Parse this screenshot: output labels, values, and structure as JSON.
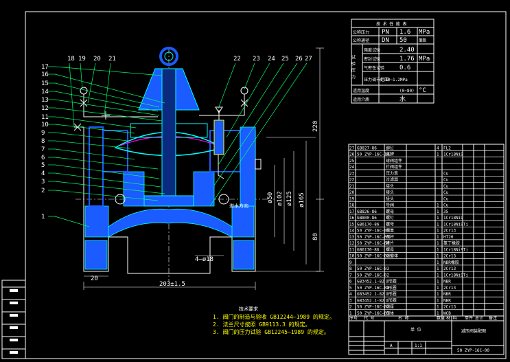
{
  "spec_table": {
    "title": "技 术 性 能 表",
    "rows": [
      {
        "label": "公称压力",
        "sym": "PN",
        "value": "1.6",
        "unit": "MPa"
      },
      {
        "label": "公称通径",
        "sym": "DN",
        "value": "50",
        "unit": "mm"
      },
      {
        "label": "强度试验",
        "sym": "",
        "value": "2.40",
        "unit": ""
      },
      {
        "label": "密封试验",
        "sym": "",
        "value": "1.76",
        "unit": "MPa"
      },
      {
        "label": "气密性试验",
        "sym": "",
        "value": "0.6",
        "unit": ""
      },
      {
        "label": "压力调节范围",
        "sym": "",
        "value": "0.10~1.2MPa",
        "unit": ""
      },
      {
        "label": "适用温度",
        "sym": "",
        "value": "(0~80)",
        "unit": "°C"
      },
      {
        "label": "适用介质",
        "sym": "",
        "value": "水",
        "unit": ""
      }
    ],
    "side_label": "试 验 压 力"
  },
  "bom": {
    "rows": [
      {
        "no": "27",
        "code": "GB827-86",
        "name": "铆钉",
        "qty": "4",
        "mat": "FL2"
      },
      {
        "no": "26",
        "code": "50 ZYP-16C-10",
        "name": "铭牌",
        "qty": "1",
        "mat": "1Cr18Ni9"
      },
      {
        "no": "25",
        "code": "",
        "name": "球阀组件",
        "qty": "",
        "mat": ""
      },
      {
        "no": "24",
        "code": "",
        "name": "针阀组件",
        "qty": "",
        "mat": ""
      },
      {
        "no": "23",
        "code": "",
        "name": "压力表",
        "qty": "",
        "mat": "Cu"
      },
      {
        "no": "22",
        "code": "",
        "name": "过滤器",
        "qty": "",
        "mat": "Cu"
      },
      {
        "no": "21",
        "code": "",
        "name": "接头",
        "qty": "",
        "mat": "Cu"
      },
      {
        "no": "20",
        "code": "",
        "name": "接头",
        "qty": "",
        "mat": "Cu"
      },
      {
        "no": "19",
        "code": "",
        "name": "接头",
        "qty": "",
        "mat": "Cu"
      },
      {
        "no": "18",
        "code": "",
        "name": "导阀",
        "qty": "1",
        "mat": "Cu"
      },
      {
        "no": "17",
        "code": "GB826-86",
        "name": "螺母",
        "qty": "1",
        "mat": "35"
      },
      {
        "no": "16",
        "code": "GB800-86",
        "name": "螺钉",
        "qty": "1",
        "mat": "1Cr18Ni9"
      },
      {
        "no": "15",
        "code": "GB6170-86",
        "name": "螺母",
        "qty": "1",
        "mat": "1Cr18Ni9Ti"
      },
      {
        "no": "14",
        "code": "50 ZYP-16C-06",
        "name": "阀盖",
        "qty": "1",
        "mat": "2Cr13"
      },
      {
        "no": "13",
        "code": "50 ZYP-16C-05",
        "name": "阀杆",
        "qty": "1",
        "mat": "HT20"
      },
      {
        "no": "12",
        "code": "50 ZYP-16C-04",
        "name": "膜片",
        "qty": "1",
        "mat": "氯丁橡胶"
      },
      {
        "no": "11",
        "code": "GB6170-86",
        "name": "螺母",
        "qty": "1",
        "mat": "1Cr18Ni9Ti"
      },
      {
        "no": "10",
        "code": "50 ZYP-16C-02",
        "name": "阀瓣体",
        "qty": "1",
        "mat": "2Cr13"
      },
      {
        "no": "9",
        "code": "",
        "name": "",
        "qty": "1",
        "mat": "NBR橡胶"
      },
      {
        "no": "8",
        "code": "50 ZYP-16C-03",
        "name": "",
        "qty": "1",
        "mat": "2Cr13"
      },
      {
        "no": "7",
        "code": "50 ZYP-16C-02",
        "name": "",
        "qty": "1",
        "mat": "1Cr18Ni9Ti"
      },
      {
        "no": "6",
        "code": "GB3452.1-82",
        "name": "O形圈",
        "qty": "1",
        "mat": "NBR"
      },
      {
        "no": "5",
        "code": "50 ZYP-16C-03",
        "name": "O形圈",
        "qty": "1",
        "mat": "2Cr13"
      },
      {
        "no": "4",
        "code": "GB3452.1-82",
        "name": "O形圈",
        "qty": "1",
        "mat": "NBR"
      },
      {
        "no": "3",
        "code": "GB3452.1-82",
        "name": "O形圈",
        "qty": "1",
        "mat": "NBR"
      },
      {
        "no": "2",
        "code": "50 ZYP-16C-02",
        "name": "阀座",
        "qty": "1",
        "mat": "2Cr13"
      },
      {
        "no": "1",
        "code": "50 ZYP-16C-01",
        "name": "阀体",
        "qty": "1",
        "mat": "WCB"
      }
    ],
    "header": [
      "序号",
      "代 号",
      "名 称",
      "数量",
      "材 料",
      "单件",
      "总计",
      "备注"
    ],
    "title_name": "减压阀装配图",
    "drawing_no": "50 ZYP-16C-00",
    "company": "单 位",
    "scale": "1:1",
    "sheet": "A"
  },
  "tech_notes": {
    "title": "技术要求",
    "items": [
      "1. 阀门的制造与验收 GB12244—1989 的规定。",
      "2. 法兰尺寸按照 GB9113.3 的规定。",
      "3. 阀门的压力试验 GB12245—1989 的规定。"
    ]
  },
  "dimensions": {
    "height": "220",
    "height_lower": "80",
    "width": "203±1.5",
    "flange": "20",
    "bolt": "4—ø18",
    "d1": "ø50",
    "d2": "ø102",
    "d3": "ø125",
    "d4": "ø165",
    "view_note": "进水方向"
  },
  "callouts_left": [
    "17",
    "16",
    "15",
    "14",
    "13",
    "12",
    "11",
    "10",
    "9",
    "8",
    "7",
    "6",
    "5",
    "4",
    "3",
    "2",
    "1"
  ],
  "callouts_top": [
    "18",
    "19",
    "20",
    "21",
    "22",
    "23",
    "24",
    "25",
    "26",
    "27"
  ]
}
